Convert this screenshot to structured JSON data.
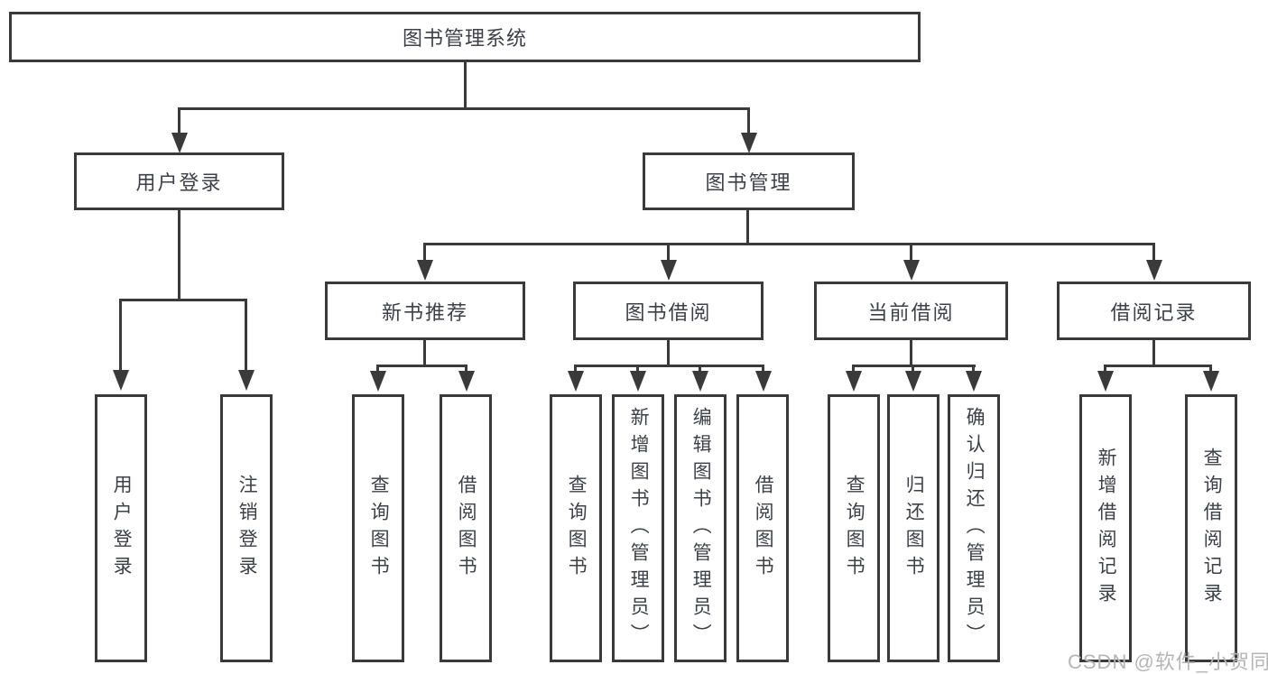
{
  "diagram": {
    "root": {
      "label": "图书管理系统"
    },
    "level2": [
      {
        "label": "用户登录"
      },
      {
        "label": "图书管理"
      }
    ],
    "level3": [
      {
        "label": "新书推荐"
      },
      {
        "label": "图书借阅"
      },
      {
        "label": "当前借阅"
      },
      {
        "label": "借阅记录"
      }
    ],
    "leaves_user_login": [
      {
        "label": "用户登录"
      },
      {
        "label": "注销登录"
      }
    ],
    "leaves_new_books": [
      {
        "label": "查询图书"
      },
      {
        "label": "借阅图书"
      }
    ],
    "leaves_book_borrow": [
      {
        "label": "查询图书"
      },
      {
        "label": "新增图书（管理员）"
      },
      {
        "label": "编辑图书（管理员）"
      },
      {
        "label": "借阅图书"
      }
    ],
    "leaves_current_borrow": [
      {
        "label": "查询图书"
      },
      {
        "label": "归还图书"
      },
      {
        "label": "确认归还（管理员）"
      }
    ],
    "leaves_borrow_records": [
      {
        "label": "新增借阅记录"
      },
      {
        "label": "查询借阅记录"
      }
    ]
  },
  "watermark": {
    "text": "CSDN @软件_小贺同学"
  },
  "colors": {
    "line": "#3a3a3a",
    "box_border": "#3a3a3a",
    "text": "#3d4147",
    "watermark": "#b5b5b5",
    "background": "#ffffff"
  }
}
